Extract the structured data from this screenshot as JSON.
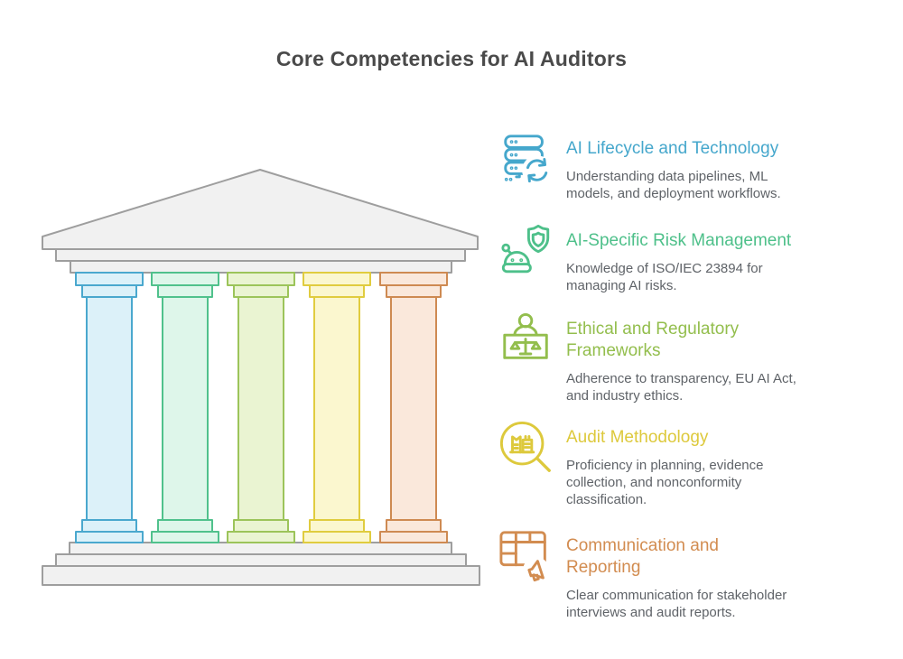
{
  "title": "Core Competencies for AI Auditors",
  "title_color": "#4a4a4a",
  "competencies": [
    {
      "icon": "server-refresh-icon",
      "color": "#45a7cc",
      "title": "AI Lifecycle and Technology",
      "description": "Understanding data pipelines, ML\nmodels, and deployment workflows."
    },
    {
      "icon": "robot-shield-icon",
      "color": "#4ec08a",
      "title": "AI-Specific Risk Management",
      "description": "Knowledge of ISO/IEC 23894 for\nmanaging AI risks."
    },
    {
      "icon": "person-scales-icon",
      "color": "#93be4d",
      "title": "Ethical and Regulatory\nFrameworks",
      "description": "Adherence to transparency, EU AI Act,\nand industry ethics."
    },
    {
      "icon": "magnifier-ledger-icon",
      "color": "#ddc93c",
      "title": "Audit Methodology",
      "description": "Proficiency in planning, evidence\ncollection, and nonconformity\nclassification."
    },
    {
      "icon": "table-megaphone-icon",
      "color": "#d28c50",
      "title": "Communication and\nReporting",
      "description": "Clear communication for stakeholder\ninterviews and audit reports."
    }
  ],
  "temple": {
    "structure": {
      "fill": "#f1f1f1",
      "stroke": "#9e9e9e"
    },
    "pillars": [
      {
        "name": "pillar-ai-lifecycle",
        "fill": "#dcf1f9",
        "stroke": "#4aa8ce"
      },
      {
        "name": "pillar-risk-management",
        "fill": "#def6ea",
        "stroke": "#50c18c"
      },
      {
        "name": "pillar-ethical-frameworks",
        "fill": "#eaf4d2",
        "stroke": "#9cc45a"
      },
      {
        "name": "pillar-audit-methodology",
        "fill": "#fbf7cf",
        "stroke": "#e0cc3f"
      },
      {
        "name": "pillar-communication",
        "fill": "#fae8db",
        "stroke": "#ce8a52"
      }
    ]
  }
}
